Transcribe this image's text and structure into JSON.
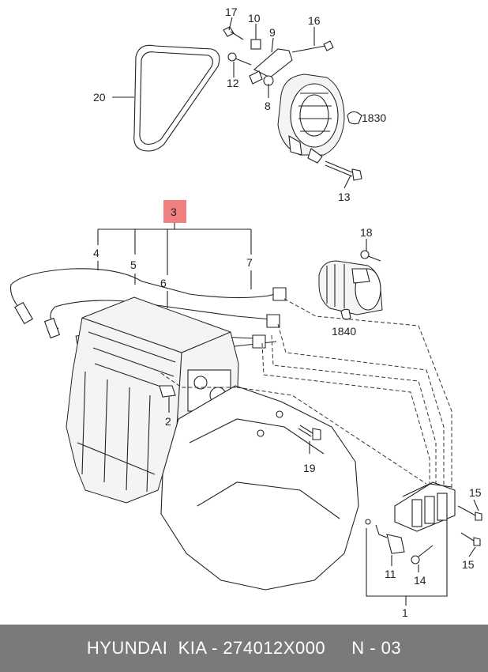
{
  "callouts": {
    "c1": "1",
    "c2": "2",
    "c3": "3",
    "c4": "4",
    "c5": "5",
    "c6": "6",
    "c7": "7",
    "c8": "8",
    "c9": "9",
    "c10": "10",
    "c11": "11",
    "c12": "12",
    "c13": "13",
    "c14": "14",
    "c15a": "15",
    "c15b": "15",
    "c16": "16",
    "c17": "17",
    "c18": "18",
    "c19": "19",
    "c20": "20",
    "c1830": "1830",
    "c1840": "1840"
  },
  "colors": {
    "highlight": "#f08080",
    "footer_bg": "#7a7a7a"
  },
  "footer": {
    "text": "HYUNDAI  KIA - 274012X000     N - 03"
  }
}
